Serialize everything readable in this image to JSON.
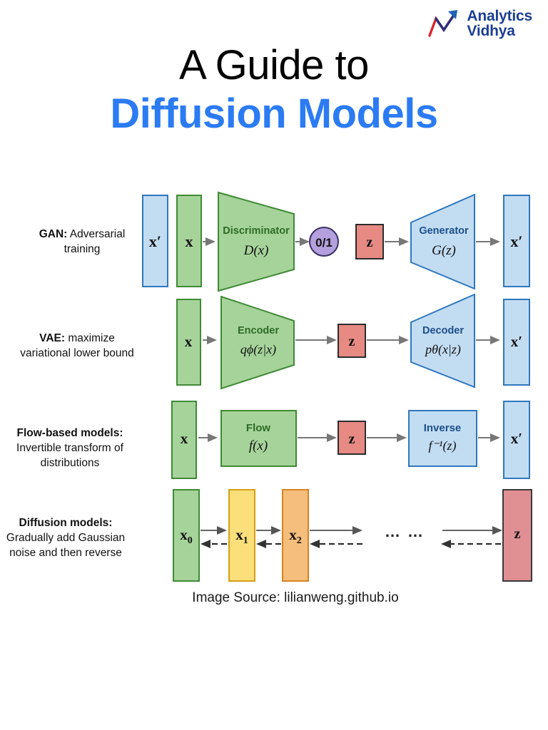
{
  "brand": {
    "name_line1": "Analytics",
    "name_line2": "Vidhya",
    "logo_icon": "arrow-up-right-zigzag-icon",
    "blue": "#1c3f94",
    "red": "#d7282f"
  },
  "title": {
    "line1": "A Guide to",
    "line2": "Diffusion Models",
    "accent_color": "#2b7bf3"
  },
  "caption": {
    "text": "Image Source: lilianweng.github.io"
  },
  "palette": {
    "green_fill": "#a6d39a",
    "green_stroke": "#3f8a35",
    "green_text": "#2d6b27",
    "blue_fill": "#c2dcf2",
    "blue_stroke": "#2f78bd",
    "blue_text": "#1b4f8a",
    "red_fill": "#e78a84",
    "red_stroke": "#2b2b2b",
    "purple_fill": "#b3a0dd",
    "purple_stroke": "#3a2f66",
    "yellow_fill": "#fbdf7a",
    "yellow_stroke": "#d4a017",
    "orange_fill": "#f5be7c",
    "orange_stroke": "#d9821f",
    "pink_fill": "#e08f93",
    "arrow_gray": "#777777"
  },
  "rows": [
    {
      "id": "gan",
      "label_bold": "GAN:",
      "label_rest": " Adversarial",
      "label_line2": "training",
      "nodes": [
        {
          "name": "x-prime-input-bar",
          "text": "x′",
          "kind": "bar",
          "color": "blue"
        },
        {
          "name": "x-input-bar",
          "text": "x",
          "kind": "bar",
          "color": "green"
        },
        {
          "name": "discriminator-block",
          "text": "Discriminator",
          "formula": "D(x)",
          "kind": "trapezoid-left-wide",
          "color": "green"
        },
        {
          "name": "classification-output",
          "text": "0/1",
          "kind": "circle",
          "color": "purple"
        },
        {
          "name": "latent-z-box",
          "text": "z",
          "kind": "box",
          "color": "red"
        },
        {
          "name": "generator-block",
          "text": "Generator",
          "formula": "G(z)",
          "kind": "trapezoid-right-wide",
          "color": "blue"
        },
        {
          "name": "x-prime-output-bar",
          "text": "x′",
          "kind": "bar",
          "color": "blue"
        }
      ]
    },
    {
      "id": "vae",
      "label_bold": "VAE:",
      "label_rest": " maximize",
      "label_line2": "variational lower bound",
      "nodes": [
        {
          "name": "x-input-bar",
          "text": "x",
          "kind": "bar",
          "color": "green"
        },
        {
          "name": "encoder-block",
          "text": "Encoder",
          "formula": "qϕ(z|x)",
          "kind": "trapezoid-left-wide",
          "color": "green"
        },
        {
          "name": "latent-z-box",
          "text": "z",
          "kind": "box",
          "color": "red"
        },
        {
          "name": "decoder-block",
          "text": "Decoder",
          "formula": "pθ(x|z)",
          "kind": "trapezoid-right-wide",
          "color": "blue"
        },
        {
          "name": "x-prime-output-bar",
          "text": "x′",
          "kind": "bar",
          "color": "blue"
        }
      ]
    },
    {
      "id": "flow",
      "label_bold": "Flow-based models:",
      "label_rest": "",
      "label_line2": "Invertible transform of",
      "label_line3": "distributions",
      "nodes": [
        {
          "name": "x-input-bar",
          "text": "x",
          "kind": "bar",
          "color": "green"
        },
        {
          "name": "flow-block",
          "text": "Flow",
          "formula": "f(x)",
          "kind": "box",
          "color": "green"
        },
        {
          "name": "latent-z-box",
          "text": "z",
          "kind": "box",
          "color": "red"
        },
        {
          "name": "inverse-block",
          "text": "Inverse",
          "formula": "f⁻¹(z)",
          "kind": "box",
          "color": "blue"
        },
        {
          "name": "x-prime-output-bar",
          "text": "x′",
          "kind": "bar",
          "color": "blue"
        }
      ]
    },
    {
      "id": "diffusion",
      "label_bold": "Diffusion models:",
      "label_rest": "",
      "label_line2": "Gradually add Gaussian",
      "label_line3": "noise and then reverse",
      "nodes": [
        {
          "name": "x0-bar",
          "text": "x",
          "sub": "0",
          "kind": "bar",
          "color": "green"
        },
        {
          "name": "x1-bar",
          "text": "x",
          "sub": "1",
          "kind": "bar",
          "color": "yellow"
        },
        {
          "name": "x2-bar",
          "text": "x",
          "sub": "2",
          "kind": "bar",
          "color": "orange"
        },
        {
          "name": "ellipsis",
          "text": "… …",
          "kind": "text"
        },
        {
          "name": "latent-z-bar",
          "text": "z",
          "kind": "bar",
          "color": "pink"
        }
      ]
    }
  ]
}
